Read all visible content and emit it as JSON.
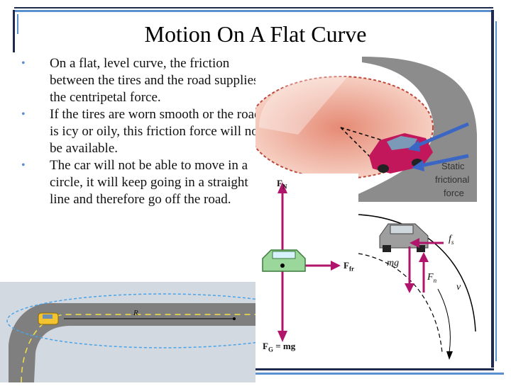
{
  "slide": {
    "title": "Motion On A Flat Curve",
    "bullets": [
      "On a flat, level curve, the friction between the tires and the road supplies the centripetal force.",
      "If the tires are worn smooth or the road is icy or oily, this friction force will not be available.",
      "The car will not be able to move in a circle, it will keep going in a straight line and therefore go off the road."
    ]
  },
  "figures": {
    "top_right": {
      "static_label_1": "Static",
      "static_label_2": "frictional",
      "static_label_3": "force"
    },
    "middle_left": {
      "normal_force": "F",
      "normal_sub": "N",
      "friction_force": "F",
      "friction_sub": "fr",
      "gravity_force": "F",
      "gravity_sub": "G",
      "gravity_eq": " = mg"
    },
    "middle_right": {
      "fs": "f",
      "fs_sub": "s",
      "mg": "mg",
      "fn": "F",
      "fn_sub": "n",
      "v": "v"
    },
    "bottom_left": {
      "radius_label": "R"
    }
  },
  "colors": {
    "accent_blue": "#5a8fd0",
    "force_magenta": "#b0156b",
    "arrow_blue": "#3b66c4"
  }
}
